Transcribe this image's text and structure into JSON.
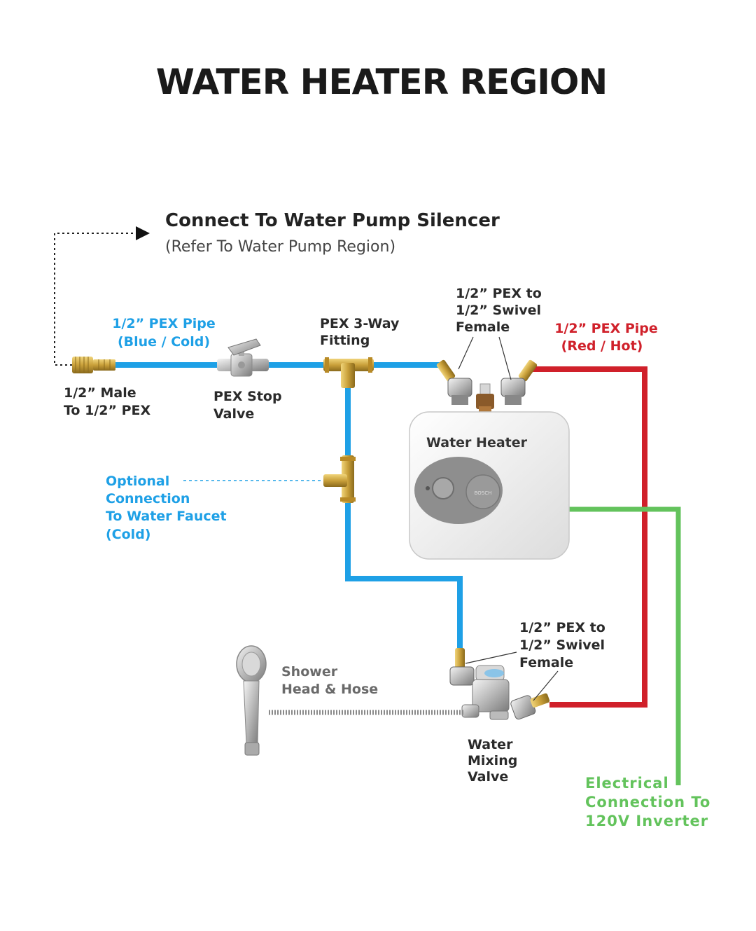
{
  "title": "WATER HEATER REGION",
  "pump": {
    "line1": "Connect To Water Pump Silencer",
    "line2": "(Refer To Water Pump Region)"
  },
  "labels": {
    "pex_blue": [
      "1/2” PEX Pipe",
      "(Blue / Cold)"
    ],
    "male": [
      "1/2” Male",
      "To 1/2” PEX"
    ],
    "stop_valve": [
      "PEX Stop",
      "Valve"
    ],
    "three_way": [
      "PEX 3-Way",
      "Fitting"
    ],
    "swivel_top": [
      "1/2” PEX to",
      "1/2” Swivel",
      "Female"
    ],
    "pex_red": [
      "1/2” PEX Pipe",
      "(Red / Hot)"
    ],
    "water_heater": "Water Heater",
    "optional": [
      "Optional",
      "Connection",
      "To Water Faucet",
      "(Cold)"
    ],
    "swivel_bottom": [
      "1/2” PEX to",
      "1/2” Swivel",
      "Female"
    ],
    "shower": [
      "Shower",
      "Head & Hose"
    ],
    "mixing": [
      "Water",
      "Mixing",
      "Valve"
    ],
    "electrical": [
      "Electrical",
      "Connection To",
      "120V Inverter"
    ]
  },
  "colors": {
    "cold_pipe": "#1ea0e6",
    "hot_pipe": "#d0202a",
    "electrical": "#63c35c",
    "brass": "#c9a03a"
  }
}
